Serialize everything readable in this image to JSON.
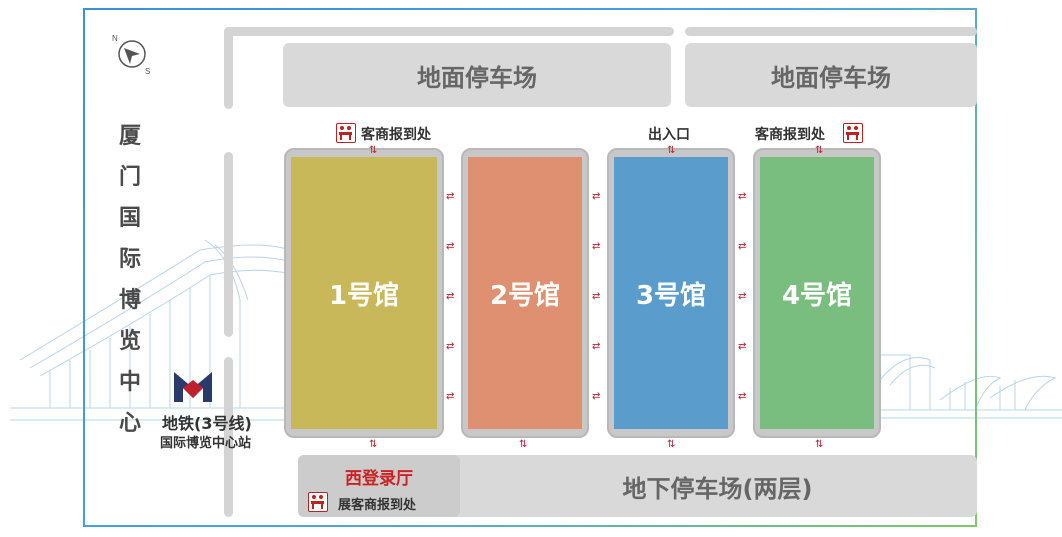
{
  "venue_title": [
    "厦",
    "门",
    "国",
    "际",
    "博",
    "览",
    "中",
    "心"
  ],
  "halls": [
    {
      "label": "1号馆",
      "color": "#c9b85a"
    },
    {
      "label": "2号馆",
      "color": "#de9070"
    },
    {
      "label": "3号馆",
      "color": "#5a9ccc"
    },
    {
      "label": "4号馆",
      "color": "#79bd7f"
    }
  ],
  "parking": {
    "ground_left": "地面停车场",
    "ground_right": "地面停车场",
    "underground": "地下停车场(两层)"
  },
  "west_hall": {
    "name": "西登录厅",
    "name_color": "#cc2222",
    "checkin": "展客商报到处"
  },
  "checkin_left": "客商报到处",
  "checkin_right": "客商报到处",
  "entrance": "出入口",
  "metro": {
    "line": "地铁(3号线)",
    "station": "国际博览中心站"
  },
  "compass": {
    "north": "N",
    "south": "S"
  },
  "icons": [
    "compass-icon",
    "metro-logo-icon",
    "checkin-desk-icon",
    "two-way-arrow-icon"
  ]
}
